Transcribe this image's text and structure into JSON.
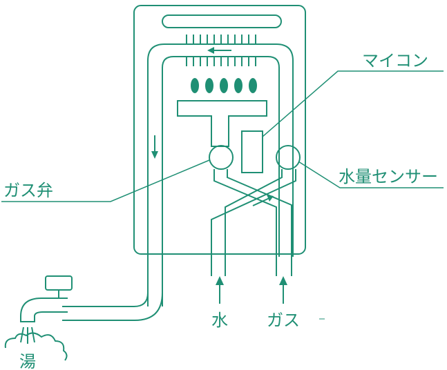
{
  "labels": {
    "microcomputer": "マイコン",
    "gas_valve": "ガス弁",
    "water_flow_sensor": "水量センサー",
    "water": "水",
    "gas": "ガス",
    "hot_water": "湯"
  },
  "colors": {
    "line": "#1f8f74",
    "background": "#ffffff"
  }
}
